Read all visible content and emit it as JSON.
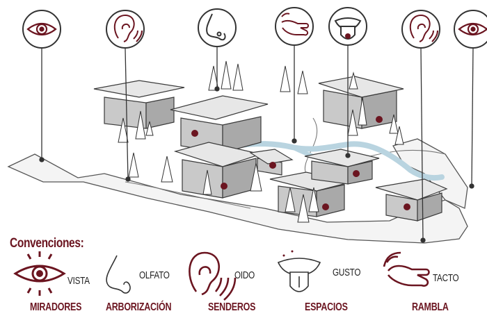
{
  "legend": {
    "title": "Convenciones:",
    "items": [
      {
        "key": "vista",
        "icon": "eye-icon",
        "label": "VISTA",
        "category": "MIRADORES"
      },
      {
        "key": "olfato",
        "icon": "nose-icon",
        "label": "OLFATO",
        "category": "ARBORIZACIÓN"
      },
      {
        "key": "oido",
        "icon": "ear-icon",
        "label": "OIDO",
        "category": "SENDEROS"
      },
      {
        "key": "gusto",
        "icon": "tongue-icon",
        "label": "GUSTO",
        "category": "ESPACIOS"
      },
      {
        "key": "tacto",
        "icon": "touch-hand-icon",
        "label": "TACTO",
        "category": "RAMBLA"
      }
    ]
  },
  "top_icons": [
    "eye-icon",
    "ear-icon",
    "nose-icon",
    "touch-hand-icon",
    "tongue-icon",
    "ear-icon",
    "eye-icon"
  ],
  "colors": {
    "accent": "#6b1520",
    "water": "#b9d4e0",
    "roof": "#e7e7e7",
    "wall": "#bdbdbd",
    "line": "#333333"
  }
}
